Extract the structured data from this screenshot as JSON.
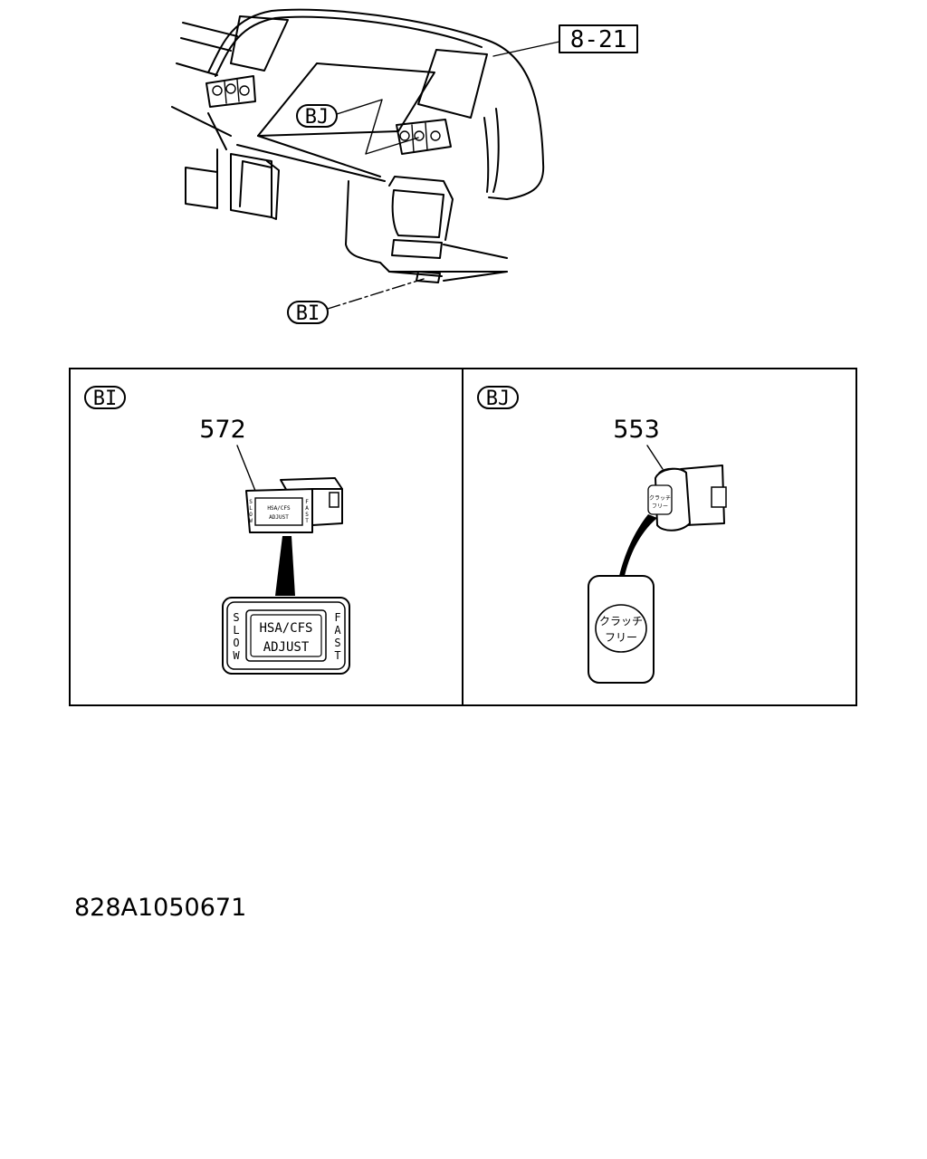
{
  "overview": {
    "ref_box": "8-21",
    "callout_bi": "BI",
    "callout_bj": "BJ"
  },
  "panel_bi": {
    "tag": "BI",
    "part_number": "572",
    "switch_text_line1": "HSA/CFS",
    "switch_text_line2": "ADJUST",
    "side_left": [
      "S",
      "L",
      "O",
      "W"
    ],
    "side_right": [
      "F",
      "A",
      "S",
      "T"
    ]
  },
  "panel_bj": {
    "tag": "BJ",
    "part_number": "553",
    "button_text_line1": "クラッチ",
    "button_text_line2": "フリー"
  },
  "footer": {
    "drawing_code": "828A1050671"
  }
}
